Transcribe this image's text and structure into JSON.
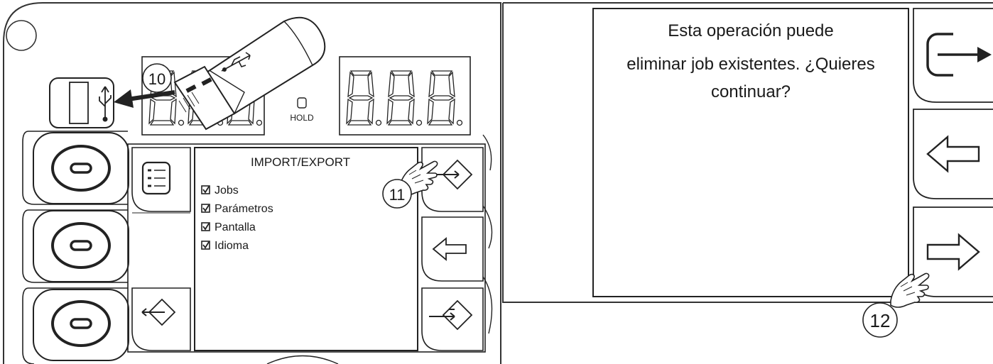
{
  "left_panel": {
    "step_usb": "10",
    "step_export": "11",
    "hold_label": "HOLD",
    "screen": {
      "title": "IMPORT/EXPORT",
      "options": [
        {
          "label": "Jobs",
          "checked": true
        },
        {
          "label": "Parámetros",
          "checked": true
        },
        {
          "label": "Pantalla",
          "checked": true
        },
        {
          "label": "Idioma",
          "checked": true
        }
      ]
    }
  },
  "right_panel": {
    "step_confirm": "12",
    "message_lines": [
      "Esta operación puede",
      "eliminar job existentes. ¿Quieres",
      "continuar?"
    ]
  },
  "icons": {
    "usb_drive": "usb-flash-drive-icon",
    "usb_port": "usb-port-icon",
    "menu": "list-checklist-icon",
    "export_key": "diamond-arrow-in-icon",
    "back_key": "arrow-left-icon",
    "import_key": "diamond-arrow-out-icon",
    "exit_key": "arrow-right-bar-icon",
    "next_key": "arrow-right-icon",
    "hand": "pointing-hand-icon"
  }
}
